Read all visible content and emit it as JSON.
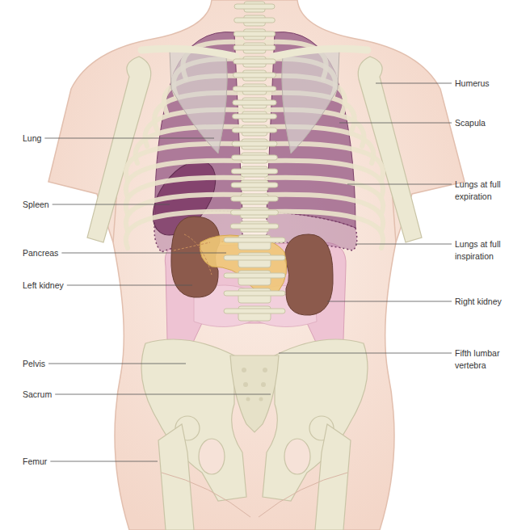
{
  "diagram": {
    "labels": [
      "Lung",
      "Spleen",
      "Pancreas",
      "Left kidney",
      "Pelvis",
      "Sacrum",
      "Femur",
      "Humerus",
      "Scapula",
      "Lungs at full expiration",
      "Lungs at full inspiration",
      "Right kidney",
      "Fifth lumbar vertebra"
    ]
  }
}
